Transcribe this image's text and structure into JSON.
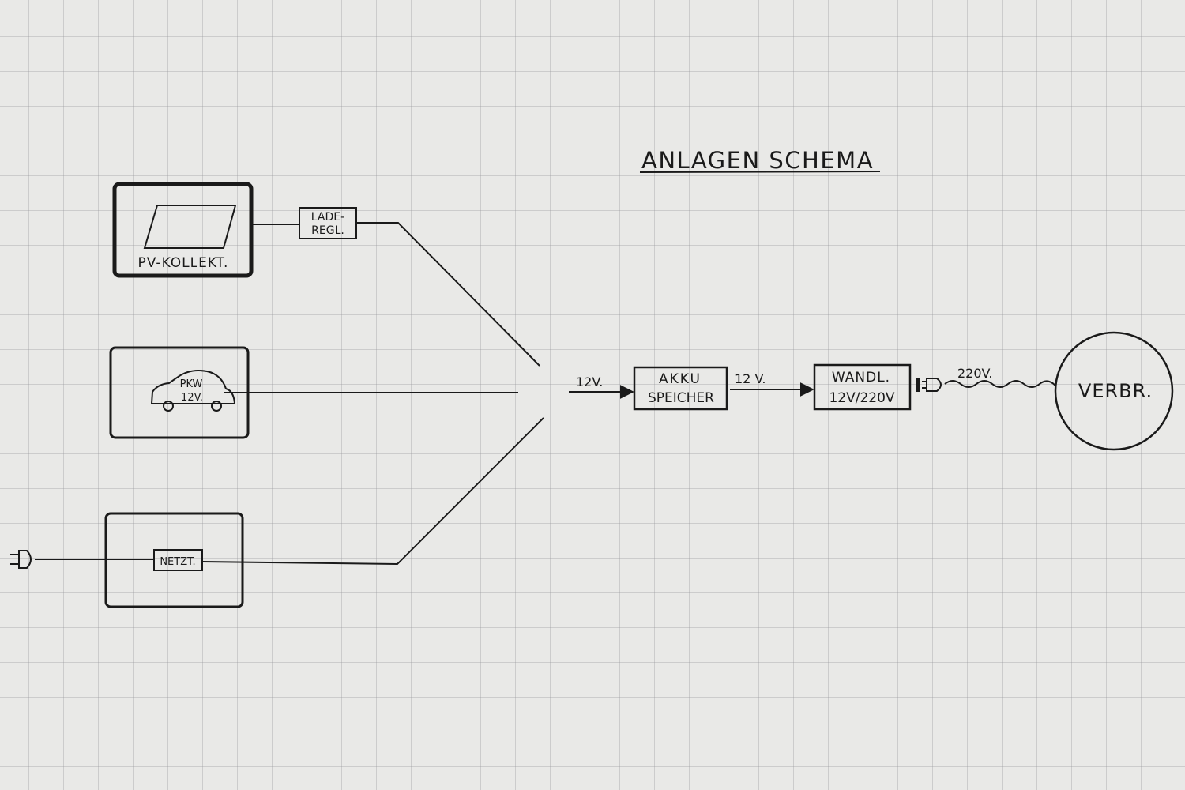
{
  "title": "ANLAGEN SCHEMA",
  "colors": {
    "ink": "#1a1a1a",
    "paper": "#e9e9e7"
  },
  "nodes": {
    "pv": {
      "label": "PV-KOLLEKT."
    },
    "laderegler": {
      "line1": "LADE-",
      "line2": "REGL."
    },
    "pkw": {
      "line1": "PKW",
      "line2": "12V."
    },
    "netzteil": {
      "label": "NETZT."
    },
    "akku": {
      "line1": "AKKU",
      "line2": "SPEICHER"
    },
    "wandler": {
      "line1": "WANDL.",
      "line2": "12V/220V"
    },
    "verbraucher": {
      "label": "VERBR."
    }
  },
  "edges": {
    "to_akku": "12V.",
    "akku_to_wandler": "12 V.",
    "wandler_to_verbr": "220V."
  },
  "icons": [
    "solar-panel-icon",
    "car-icon",
    "plug-icon"
  ]
}
